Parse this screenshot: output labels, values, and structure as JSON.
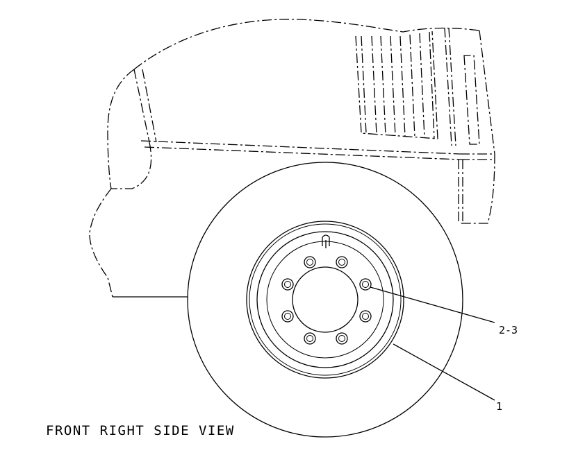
{
  "view_title": "FRONT RIGHT SIDE VIEW",
  "callouts": [
    {
      "id": "callout-wheel-nuts",
      "text": "2-3"
    },
    {
      "id": "callout-tire",
      "text": "1"
    }
  ]
}
